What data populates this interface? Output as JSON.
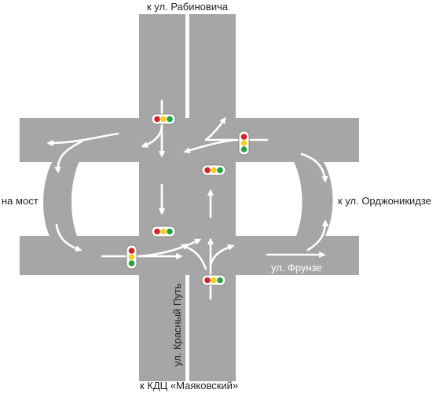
{
  "labels": {
    "top": "к ул. Рабиновича",
    "bottom": "к КДЦ «Маяковский»",
    "left": "на мост",
    "right": "к ул. Орджоникидзе",
    "frunze": "ул. Фрунзе",
    "krasny_put": "ул. Красный Путь"
  },
  "colors": {
    "road": "#a6a6a6",
    "marking": "#ffffff",
    "light_red": "#d7212b",
    "light_yellow": "#f3d21c",
    "light_green": "#27a048"
  }
}
